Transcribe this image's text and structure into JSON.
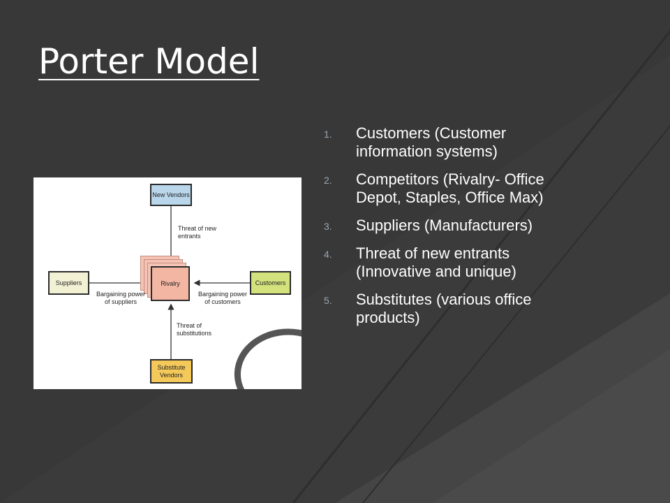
{
  "slide": {
    "title": "Porter Model",
    "points": [
      {
        "number": "1.",
        "text": "Customers (Customer information systems)"
      },
      {
        "number": "2.",
        "text": "Competitors (Rivalry- Office Depot, Staples, Office Max)"
      },
      {
        "number": "3.",
        "text": "Suppliers (Manufacturers)"
      },
      {
        "number": "4.",
        "text": "Threat of new entrants (Innovative and unique)"
      },
      {
        "number": "5.",
        "text": "Substitutes (various office products)"
      }
    ]
  },
  "diagram": {
    "new_vendors": "New Vendors",
    "suppliers": "Suppliers",
    "rivalry": "Rivalry",
    "customers": "Customers",
    "substitute_vendors": "Substitute Vendors",
    "threat_new_entrants": "Threat of new entrants",
    "bargaining_suppliers": "Bargaining power of suppliers",
    "bargaining_customers": "Bargaining power of customers",
    "threat_substitutions": "Threat of substitutions",
    "colors": {
      "new_vendors": "#b9d6ea",
      "suppliers": "#f3f1d4",
      "customers": "#d3e27c",
      "substitute_vendors": "#f4c95a",
      "rivalry": "#f2b6a3"
    }
  },
  "theme": {
    "background": "#3b3b3b",
    "text": "#ffffff",
    "number_color": "#9aa6b2"
  }
}
